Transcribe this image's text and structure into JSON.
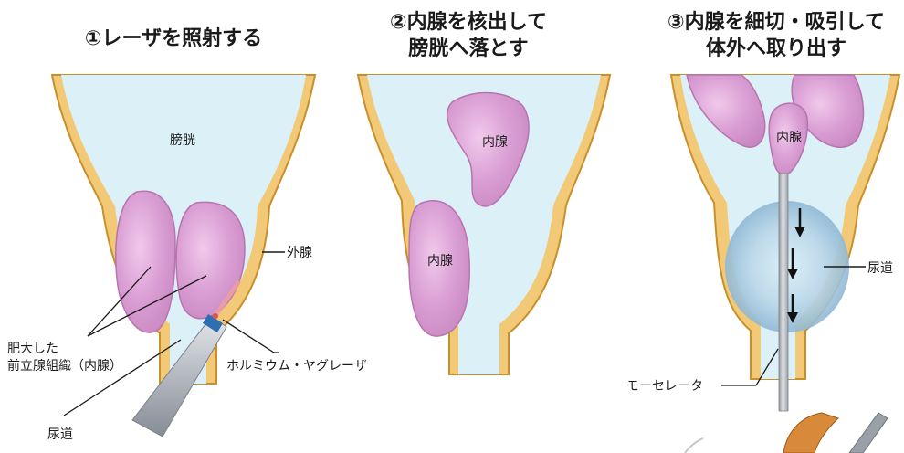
{
  "steps": [
    {
      "title_lines": [
        "①レーザを照射する"
      ]
    },
    {
      "title_lines": [
        "②内腺を核出して",
        "膀胱へ落とす"
      ]
    },
    {
      "title_lines": [
        "③内腺を細切・吸引して",
        "体外へ取り出す"
      ]
    }
  ],
  "labels": {
    "bladder": "膀胱",
    "outer_gland": "外腺",
    "hypertrophic_line1": "肥大した",
    "hypertrophic_line2": "前立腺組織（内腺）",
    "holmium_yag_laser": "ホルミウム・ヤグレーザ",
    "urethra_step1": "尿道",
    "inner_gland_step2_top": "内腺",
    "inner_gland_step2_bottom": "内腺",
    "inner_gland_step3": "内腺",
    "urethra_step3": "尿道",
    "morcellator": "モーセレータ"
  },
  "colors": {
    "bladder_fill": "#dcf0f8",
    "wall_fill": "#f2c977",
    "wall_stroke": "#c98f2a",
    "gland_fill": "#d99ed3",
    "gland_stroke": "#b874ae",
    "gland_highlight": "#f1c9ec",
    "urethra_blue": "#8fb8d4",
    "instrument": "#b4b9c0",
    "arrow": "#111111"
  }
}
